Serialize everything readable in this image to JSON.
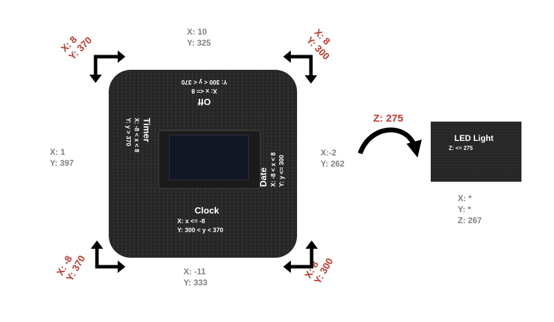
{
  "labels": {
    "top": {
      "x": "X:  10",
      "y": "Y: 325"
    },
    "left": {
      "x": "X: 1",
      "y": "Y:  397"
    },
    "right": {
      "x": "X:-2",
      "y": "Y: 262"
    },
    "bottom": {
      "x": "X:  -11",
      "y": "Y: 333"
    },
    "led_state": {
      "x": "X: *",
      "y": "Y: *",
      "z": "Z: 267"
    }
  },
  "corners": {
    "top_left": {
      "x": "X: 8",
      "y": "Y: 370"
    },
    "top_right": {
      "x": "X: 8",
      "y": "Y: 300"
    },
    "bottom_left": {
      "x": "X: -8",
      "y": "Y: 370"
    },
    "bottom_right": {
      "x": "X: 8",
      "y": "Y: 300"
    }
  },
  "device": {
    "off": {
      "title": "Off",
      "cond1": "X: x <= 8",
      "cond2": "Y: 300 < y < 370"
    },
    "timer": {
      "title": "Timer",
      "cond1": "X: -8 < x < 8",
      "cond2": "Y: y > 370"
    },
    "date": {
      "title": "Date",
      "cond1": "X: -8 < x < 8",
      "cond2": "Y: y <= 300"
    },
    "clock": {
      "title": "Clock",
      "cond1": "X: x <= -8",
      "cond2": "Y: 300 < y < 370"
    }
  },
  "z_label": "Z: 275",
  "led": {
    "title": "LED Light",
    "cond": "Z: <= 275"
  },
  "colors": {
    "accent_red": "#c0392b",
    "label_gray": "#7f7f7f",
    "device_black": "#252525"
  }
}
